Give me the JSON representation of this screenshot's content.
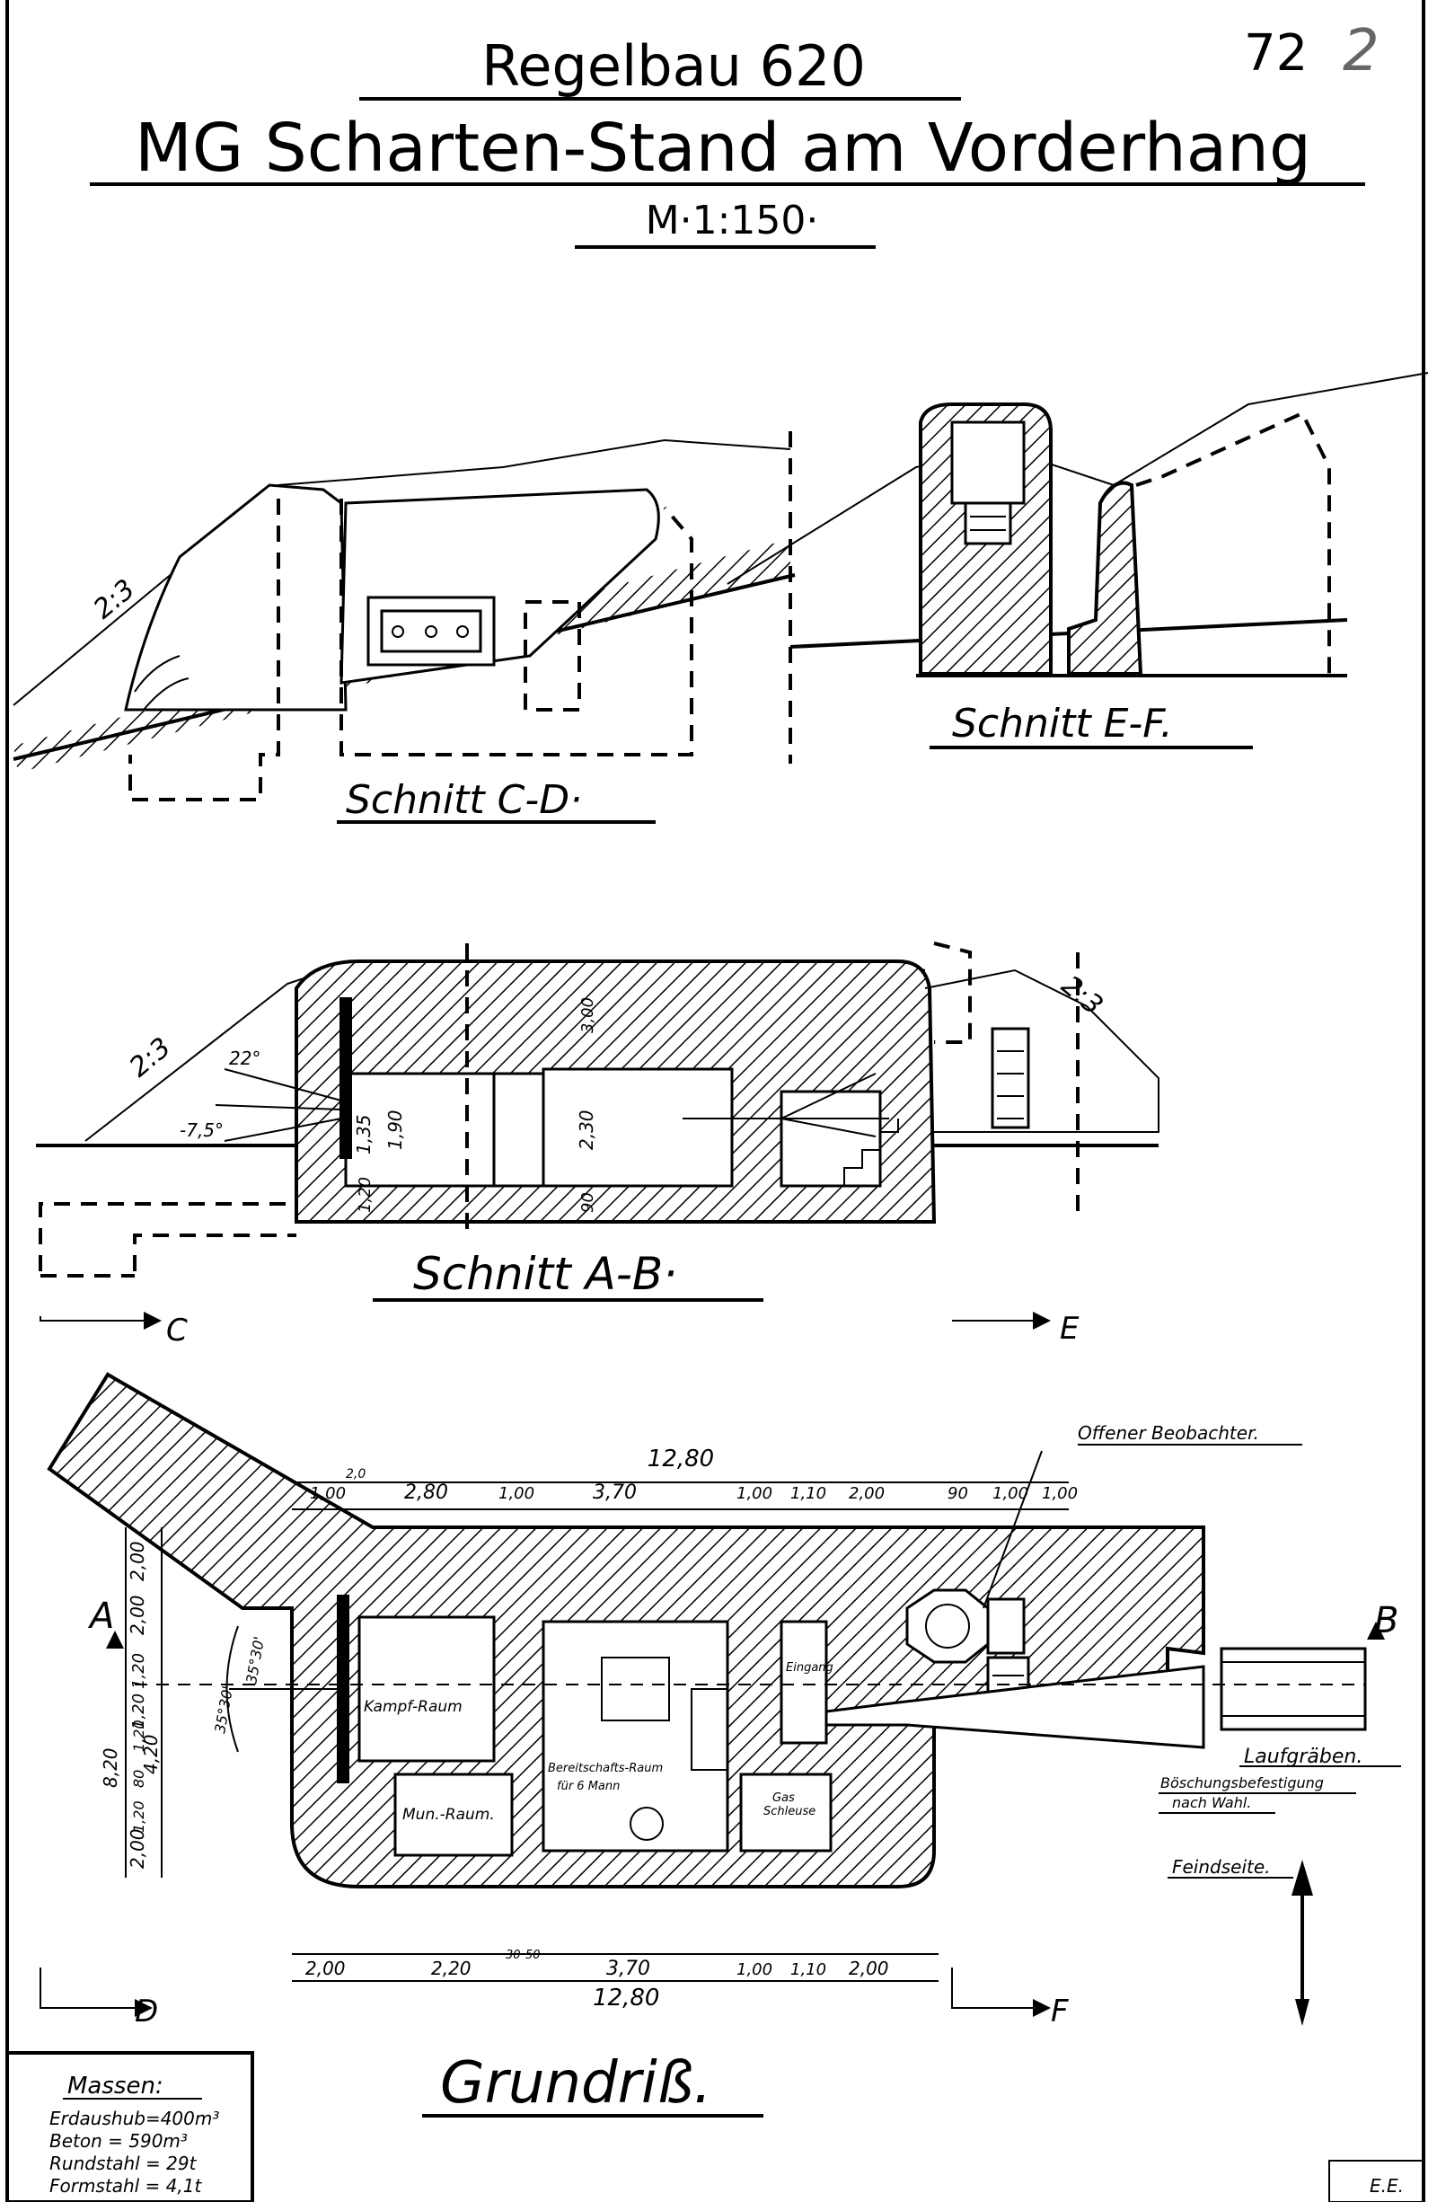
{
  "title": {
    "line1": "Regelbau 620",
    "line2": "MG Scharten-Stand am Vorderhang",
    "scale": "M·1:150·"
  },
  "sheet_number": "72",
  "sheet_number_mark": "2",
  "sections": {
    "cd": "Schnitt C-D·",
    "ef": "Schnitt E-F.",
    "ab": "Schnitt A-B·",
    "plan": "Grundriß."
  },
  "slope_labels": {
    "cd": "2:3",
    "ab_left": "2:3",
    "ab_right": "2:3"
  },
  "ab_dims": {
    "angle_up": "22°",
    "angle_down": "-7,5°",
    "d135": "1,35",
    "d190": "1,90",
    "d120": "1,20",
    "d230": "2,30",
    "d300": "3,00",
    "d090": "90"
  },
  "plan_labels": {
    "offener": "Offener Beobachter.",
    "kampf": "Kampf-Raum",
    "mun": "Mun.-Raum.",
    "bereit": "Bereitschafts-Raum",
    "bereit2": "für 6 Mann",
    "eingang": "Eingang",
    "gas": "Gas",
    "schleuse": "Schleuse",
    "laufgraben": "Laufgräben.",
    "boeschung": "Böschungsbefestigung",
    "nachwahl": "nach Wahl.",
    "feindseite": "Feindseite.",
    "angle_left": "35°30'",
    "angle_right": "35°30'"
  },
  "section_markers": {
    "a": "A",
    "b": "B",
    "c": "C",
    "d": "D",
    "e": "E",
    "f": "F"
  },
  "top_dims": {
    "total": "12,80",
    "items": [
      "1,00",
      "2,0",
      "2,80",
      "1,00",
      "3,70",
      "1,00",
      "1,10",
      "2,00",
      "90",
      "1,00",
      "1,00"
    ]
  },
  "bottom_dims": {
    "total": "12,80",
    "items": [
      "2,00",
      "2,20",
      "30",
      "50",
      "3,70",
      "1,00",
      "1,10",
      "2,00"
    ]
  },
  "side_dims": [
    "2,00",
    "2,00",
    "1,20",
    "1,20",
    "4,20",
    "8,20",
    "1,20",
    "80",
    "1,20",
    "2,00"
  ],
  "legend": {
    "title": "Massen:",
    "rows": [
      "Erdaushub=400m³",
      "Beton = 590m³",
      "Rundstahl = 29t",
      "Formstahl = 4,1t"
    ]
  },
  "initials": "E.E."
}
